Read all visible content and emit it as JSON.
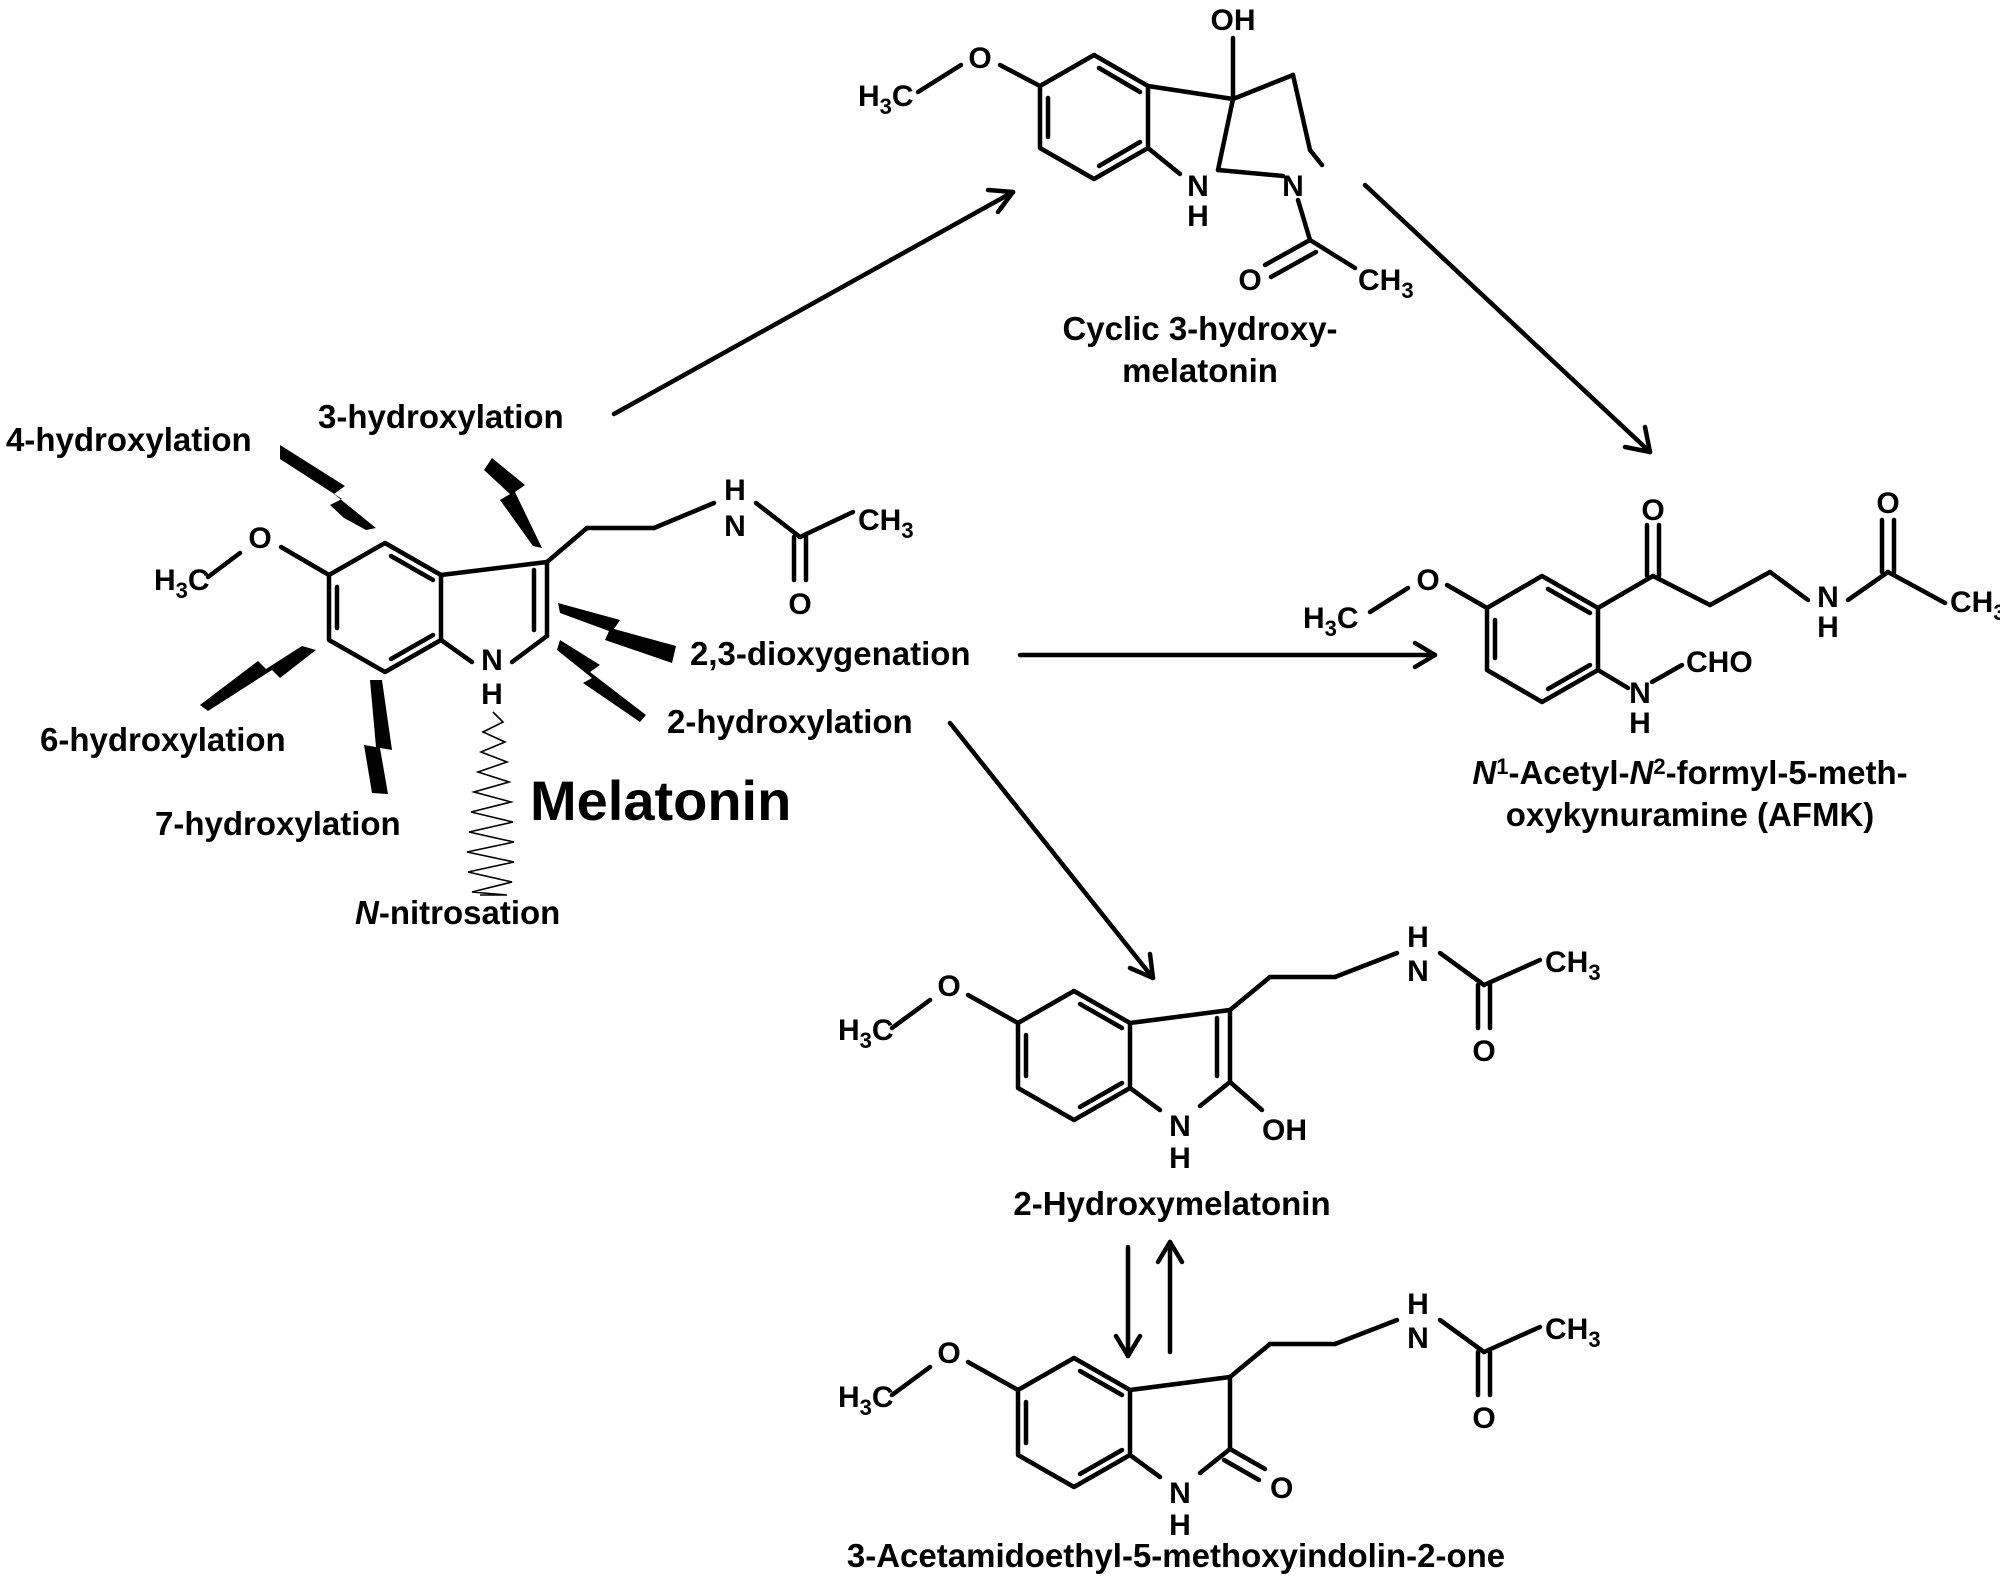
{
  "title": "Melatonin",
  "reactions": {
    "hydroxylation_4": "4-hydroxylation",
    "hydroxylation_3": "3-hydroxylation",
    "hydroxylation_6": "6-hydroxylation",
    "hydroxylation_7": "7-hydroxylation",
    "dioxygenation_23": "2,3-dioxygenation",
    "hydroxylation_2": "2-hydroxylation",
    "nitrosation_prefix": "N",
    "nitrosation_suffix": "-nitrosation"
  },
  "products": {
    "cyclic_line1": "Cyclic 3-hydroxy-",
    "cyclic_line2": "melatonin",
    "afmk_n1": "N",
    "afmk_sup1": "1",
    "afmk_mid": "-Acetyl-",
    "afmk_n2": "N",
    "afmk_sup2": "2",
    "afmk_end": "-formyl-5-meth-",
    "afmk_line2": "oxykynuramine (AFMK)",
    "hydroxymelatonin": "2-Hydroxymelatonin",
    "indolinone": "3-Acetamidoethyl-5-methoxyindolin-2-one"
  },
  "atoms": {
    "O": "O",
    "H": "H",
    "N": "N",
    "NH": "NH",
    "OH": "OH",
    "H3C_H": "H",
    "H3C_3": "3",
    "H3C_C": "C",
    "CH3_CH": "CH",
    "CH3_3": "3",
    "CHO": "CHO"
  }
}
